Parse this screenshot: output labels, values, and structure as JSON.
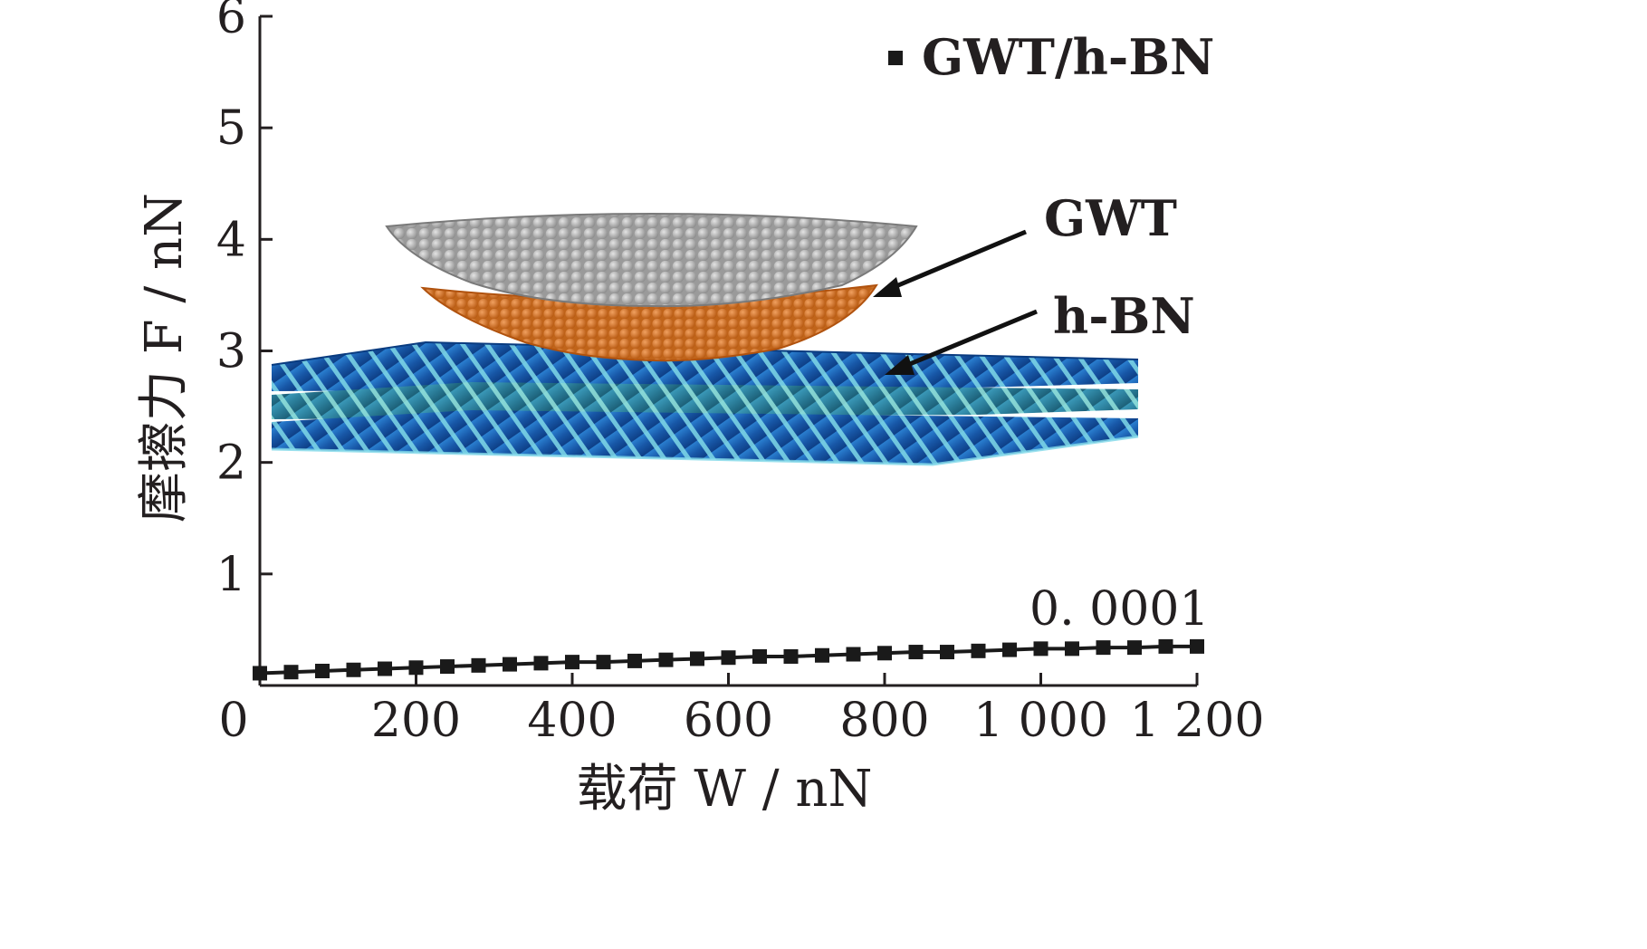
{
  "chart_data": {
    "type": "line",
    "xlabel": "载荷 W / nN",
    "ylabel": "摩擦力 F / nN",
    "xlim": [
      0,
      1200
    ],
    "ylim": [
      0,
      6
    ],
    "xticks": [
      0,
      200,
      400,
      600,
      800,
      1000,
      1200
    ],
    "xtick_labels": [
      "0",
      "200",
      "400",
      "600",
      "800",
      "1 000",
      "1 200"
    ],
    "yticks": [
      1,
      2,
      3,
      4,
      5,
      6
    ],
    "ytick_labels": [
      "1",
      "2",
      "3",
      "4",
      "5",
      "6"
    ],
    "legend_position": "top-right",
    "grid": false,
    "series": [
      {
        "name": "GWT/h-BN",
        "marker": "square",
        "color": "#1a1a1a",
        "x": [
          0,
          40,
          80,
          120,
          160,
          200,
          240,
          280,
          320,
          360,
          400,
          440,
          480,
          520,
          560,
          600,
          640,
          680,
          720,
          760,
          800,
          840,
          880,
          920,
          960,
          1000,
          1040,
          1080,
          1120,
          1160,
          1200
        ],
        "y": [
          0.11,
          0.12,
          0.13,
          0.14,
          0.15,
          0.16,
          0.17,
          0.18,
          0.19,
          0.2,
          0.21,
          0.21,
          0.22,
          0.23,
          0.24,
          0.25,
          0.26,
          0.26,
          0.27,
          0.28,
          0.29,
          0.3,
          0.3,
          0.31,
          0.32,
          0.33,
          0.33,
          0.34,
          0.34,
          0.35,
          0.35
        ]
      }
    ],
    "annotations": {
      "slope_label": "0. 0001",
      "tip_label": "GWT",
      "substrate_label": "h-BN"
    }
  }
}
